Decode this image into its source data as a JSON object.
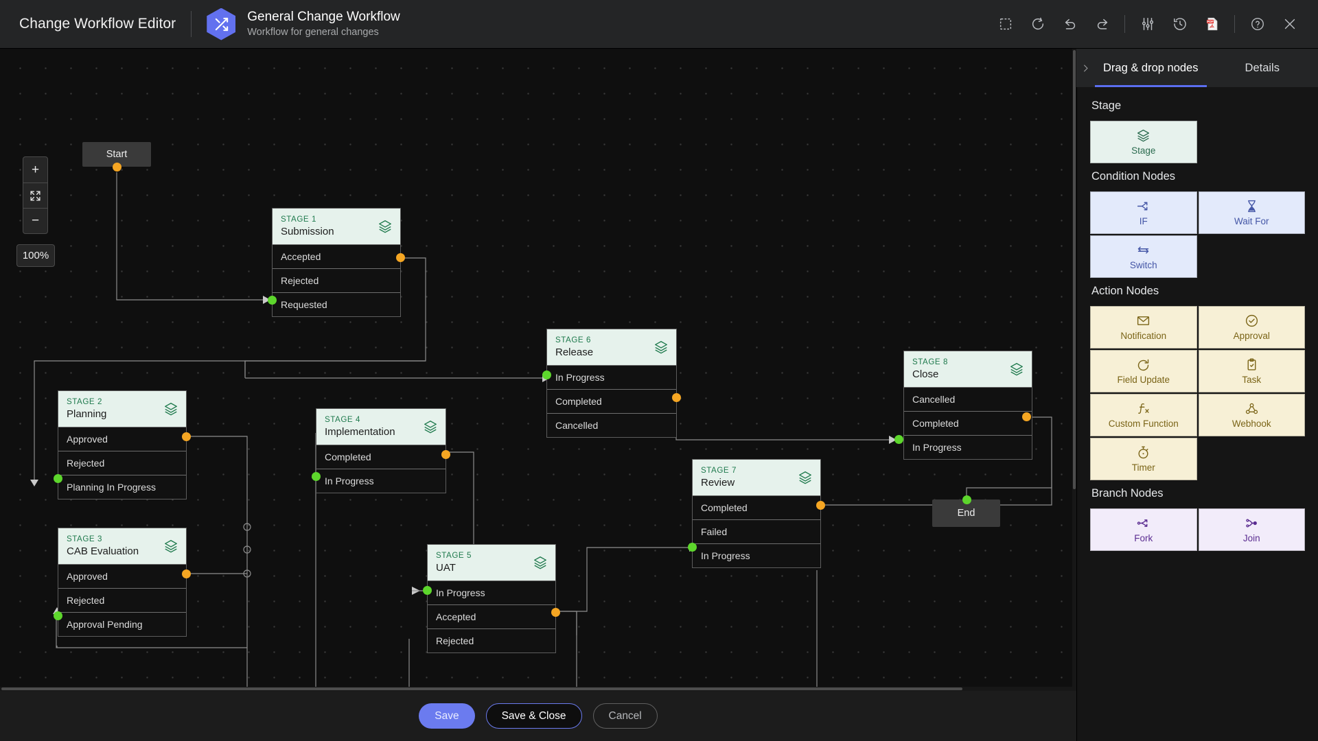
{
  "topbar": {
    "app_title": "Change Workflow Editor",
    "workflow_name": "General Change Workflow",
    "workflow_subtitle": "Workflow for general changes",
    "icons": [
      {
        "name": "marquee-select-icon",
        "label": "Select"
      },
      {
        "name": "refresh-icon",
        "label": "Refresh"
      },
      {
        "name": "undo-icon",
        "label": "Undo"
      },
      {
        "name": "redo-icon",
        "label": "Redo"
      },
      {
        "name": "settings-sliders-icon",
        "label": "Settings"
      },
      {
        "name": "history-clock-icon",
        "label": "History"
      },
      {
        "name": "pdf-export-icon",
        "label": "Export PDF"
      },
      {
        "name": "help-icon",
        "label": "Help"
      },
      {
        "name": "close-icon",
        "label": "Close"
      }
    ]
  },
  "canvas": {
    "zoom_level": "100%",
    "zoom_in_label": "+",
    "zoom_out_label": "−",
    "fit_label": "Fit to screen",
    "start_node": "Start",
    "end_node": "End"
  },
  "workflow": {
    "stages": [
      {
        "stage_label": "STAGE 1",
        "title": "Submission",
        "rows": [
          "Accepted",
          "Rejected",
          "Requested"
        ]
      },
      {
        "stage_label": "STAGE 2",
        "title": "Planning",
        "rows": [
          "Approved",
          "Rejected",
          "Planning In Progress"
        ]
      },
      {
        "stage_label": "STAGE 3",
        "title": "CAB Evaluation",
        "rows": [
          "Approved",
          "Rejected",
          "Approval Pending"
        ]
      },
      {
        "stage_label": "STAGE 4",
        "title": "Implementation",
        "rows": [
          "Completed",
          "In Progress"
        ]
      },
      {
        "stage_label": "STAGE 5",
        "title": "UAT",
        "rows": [
          "In Progress",
          "Accepted",
          "Rejected"
        ]
      },
      {
        "stage_label": "STAGE 6",
        "title": "Release",
        "rows": [
          "In Progress",
          "Completed",
          "Cancelled"
        ]
      },
      {
        "stage_label": "STAGE 7",
        "title": "Review",
        "rows": [
          "Completed",
          "Failed",
          "In Progress"
        ]
      },
      {
        "stage_label": "STAGE 8",
        "title": "Close",
        "rows": [
          "Cancelled",
          "Completed",
          "In Progress"
        ]
      }
    ]
  },
  "panel": {
    "tabs": [
      {
        "label": "Drag & drop nodes",
        "active": true
      },
      {
        "label": "Details",
        "active": false
      }
    ],
    "sections": [
      {
        "title": "Stage",
        "kind": "stage",
        "items": [
          {
            "label": "Stage",
            "icon": "layers-icon"
          }
        ]
      },
      {
        "title": "Condition Nodes",
        "kind": "cond",
        "items": [
          {
            "label": "IF",
            "icon": "branch-arrow-icon"
          },
          {
            "label": "Wait For",
            "icon": "hourglass-icon"
          },
          {
            "label": "Switch",
            "icon": "switch-arrows-icon"
          }
        ]
      },
      {
        "title": "Action Nodes",
        "kind": "action",
        "items": [
          {
            "label": "Notification",
            "icon": "envelope-icon"
          },
          {
            "label": "Approval",
            "icon": "check-circle-icon"
          },
          {
            "label": "Field Update",
            "icon": "refresh-circle-icon"
          },
          {
            "label": "Task",
            "icon": "clipboard-check-icon"
          },
          {
            "label": "Custom Function",
            "icon": "function-fx-icon"
          },
          {
            "label": "Webhook",
            "icon": "webhook-icon"
          },
          {
            "label": "Timer",
            "icon": "stopwatch-icon"
          }
        ]
      },
      {
        "title": "Branch Nodes",
        "kind": "branch",
        "items": [
          {
            "label": "Fork",
            "icon": "fork-icon"
          },
          {
            "label": "Join",
            "icon": "join-icon"
          }
        ]
      }
    ]
  },
  "footer": {
    "save": "Save",
    "save_close": "Save & Close",
    "cancel": "Cancel"
  },
  "colors": {
    "accent": "#6b7bef",
    "stage_header_bg": "#e6f2ec",
    "stage_label": "#1f7a4d",
    "port_out": "#f5a623",
    "port_in": "#5dd62c",
    "condition": "#e3eafb",
    "action": "#f7f0d6",
    "branch": "#f2ecfa"
  }
}
